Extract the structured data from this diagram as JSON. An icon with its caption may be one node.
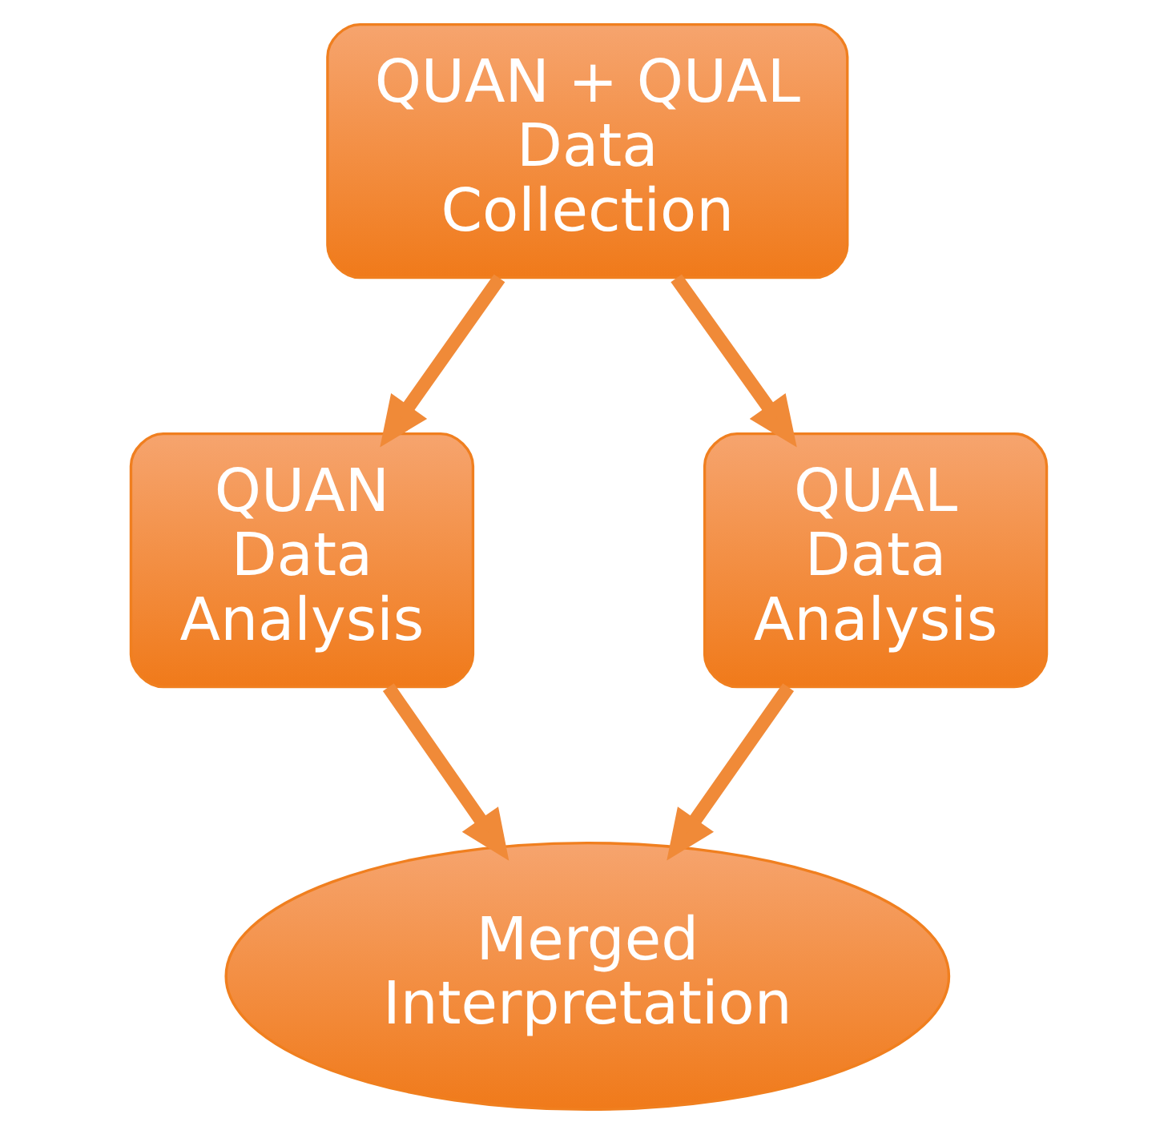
{
  "diagram": {
    "nodes": [
      {
        "text": [
          "QUAN + QUAL Data Collection"
        ]
      },
      {
        "text": [
          "QUAN Data Analysis"
        ]
      },
      {
        "text": [
          "QUAL Data Analysis"
        ]
      },
      {
        "text": [
          "Merged Interpretation"
        ]
      }
    ],
    "edges": [
      {
        "from": 0,
        "to": 1,
        "arrow": "to"
      },
      {
        "from": 0,
        "to": 2,
        "arrow": "to"
      },
      {
        "from": 1,
        "to": 3,
        "arrow": "to"
      },
      {
        "from": 2,
        "to": 3,
        "arrow": "to"
      }
    ]
  }
}
